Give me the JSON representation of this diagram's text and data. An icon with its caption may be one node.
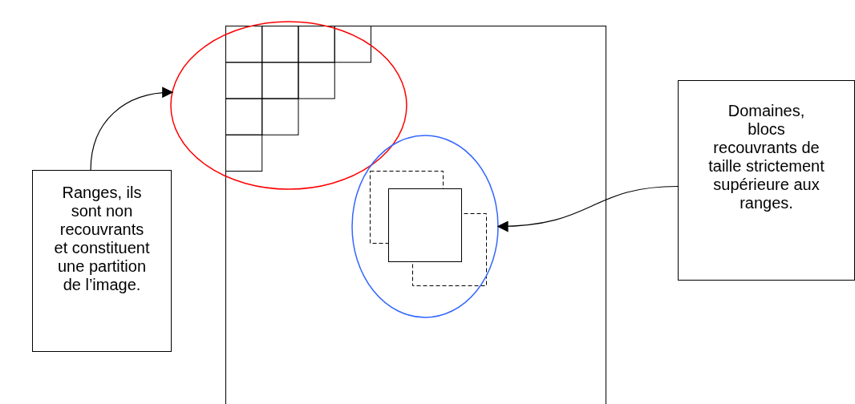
{
  "diagram": {
    "nodes": [
      {
        "text": [
          "Ranges, ils sont non recouvrants et constituent une partition de l’image."
        ]
      },
      {
        "text": [],
        "shape": "ellipse"
      },
      {
        "text": [],
        "shape": "ellipse"
      },
      {
        "text": [
          "Domaines, blocs recouvrants de taille strictement supérieure aux ranges."
        ]
      }
    ],
    "edges": [
      {
        "from": 0,
        "to": 1,
        "arrow": "to"
      },
      {
        "from": 3,
        "to": 2,
        "arrow": "to"
      }
    ]
  }
}
